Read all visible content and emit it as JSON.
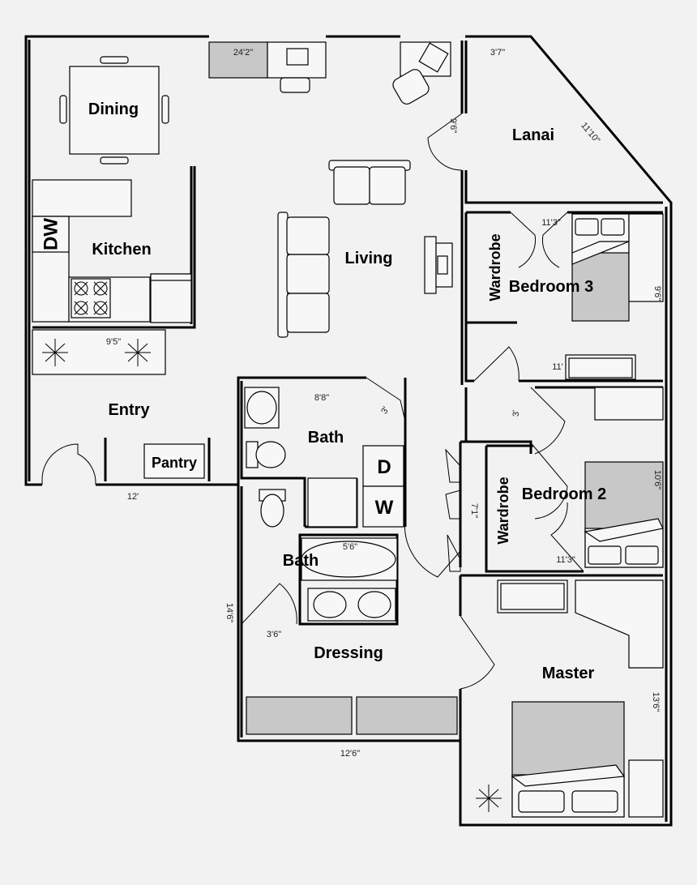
{
  "rooms": {
    "dining": "Dining",
    "kitchen": "Kitchen",
    "living": "Living",
    "lanai": "Lanai",
    "wardrobe_3": "Wardrobe",
    "bedroom_3": "Bedroom 3",
    "entry": "Entry",
    "pantry": "Pantry",
    "bath_1": "Bath",
    "bath_2": "Bath",
    "wardrobe_2": "Wardrobe",
    "bedroom_2": "Bedroom 2",
    "dressing": "Dressing",
    "master": "Master"
  },
  "appliances": {
    "dishwasher": "DW",
    "dryer": "D",
    "washer": "W"
  },
  "dimensions": {
    "top_wall": "24'2\"",
    "lanai_top": "3'7\"",
    "lanai_door": "9'6\"",
    "lanai_side": "11'10\"",
    "bed3_width": "11'3\"",
    "bed3_height": "9'6\"",
    "entry_planter": "9'5\"",
    "bed3_lower": "11'",
    "bath1_width": "8'8\"",
    "bath1_door": "3'",
    "hall_door": "3'",
    "entry_width": "12'",
    "closet_door": "7'1\"",
    "bed2_height": "10'6\"",
    "bed2_width": "11'3\"",
    "tub": "5'6\"",
    "dressing_height": "14'6\"",
    "dressing_door": "3'6\"",
    "dressing_width": "12'6\"",
    "master_height": "13'6\""
  }
}
